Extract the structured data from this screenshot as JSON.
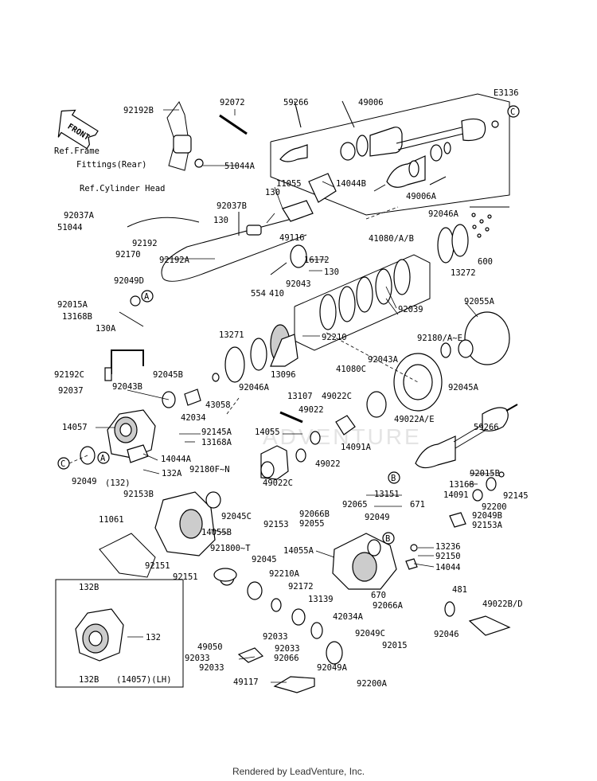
{
  "diagram_code": "E3136",
  "footer": "Rendered by LeadVenture, Inc.",
  "watermark": "ADVENTURE",
  "front_arrow": "FRONT",
  "refs": {
    "frame_line1": "Ref.Frame",
    "frame_line2": "Fittings(Rear)",
    "cylinder_head": "Ref.Cylinder Head"
  },
  "callouts": {
    "A": "A",
    "B": "B",
    "C": "C"
  },
  "labels": {
    "p92192B": "92192B",
    "p92072": "92072",
    "p59266a": "59266",
    "p49006": "49006",
    "p51044A": "51044A",
    "p11055": "11055",
    "p14044B": "14044B",
    "p130a": "130",
    "p130b": "130",
    "p92037B": "92037B",
    "p49116": "49116",
    "p49006A": "49006A",
    "p92037A": "92037A",
    "p51044": "51044",
    "p92192": "92192",
    "p92170": "92170",
    "p92192A": "92192A",
    "p16172": "16172",
    "p130c": "130",
    "p554": "554",
    "p410": "410",
    "p92043": "92043",
    "p92046A": "92046A",
    "p41080": "41080/A/B",
    "p13272": "13272",
    "p600": "600",
    "p92049D": "92049D",
    "p92015A": "92015A",
    "p13168B": "13168B",
    "p130A": "130A",
    "p92039": "92039",
    "p92055A": "92055A",
    "p13271": "13271",
    "p92210": "92210",
    "p92180": "92180/A~E",
    "p92192C": "92192C",
    "p92045B": "92045B",
    "p92046A2": "92046A",
    "p13096": "13096",
    "p41080C": "41080C",
    "p92043A": "92043A",
    "p92045A": "92045A",
    "p92037": "92037",
    "p92043B": "92043B",
    "p43058": "43058",
    "p13107": "13107",
    "p49022C": "49022C",
    "p49022": "49022",
    "p49022AE": "49022A/E",
    "p42034": "42034",
    "p14057": "14057",
    "p92145A": "92145A",
    "p13168A": "13168A",
    "p14055": "14055",
    "p14091A": "14091A",
    "p59266b": "59266",
    "p49022b": "49022",
    "p14044A": "14044A",
    "p132p": "(132)",
    "p132A": "132A",
    "p92049": "92049",
    "p92180F": "92180F~N",
    "p49022C2": "49022C",
    "p92015B": "92015B",
    "p13168": "13168",
    "p92145": "92145",
    "p92153B": "92153B",
    "p13151": "13151",
    "p14091": "14091",
    "p92200": "92200",
    "p92065": "92065",
    "p671": "671",
    "p92049B": "92049B",
    "p92066B": "92066B",
    "p92153A": "92153A",
    "p11061": "11061",
    "p92045C": "92045C",
    "p92153": "92153",
    "p92055": "92055",
    "p92049b": "92049",
    "p14055B": "14055B",
    "p13236": "13236",
    "p14055A": "14055A",
    "p92150": "92150",
    "p14044": "14044",
    "p92151a": "92151",
    "p921800T": "921800~T",
    "p92045": "92045",
    "p92151b": "92151",
    "p92210A": "92210A",
    "p132B1": "132B",
    "p92172": "92172",
    "p670": "670",
    "p481": "481",
    "p49022BD": "49022B/D",
    "p13139": "13139",
    "p92066A": "92066A",
    "p42034A": "42034A",
    "p132": "132",
    "p92033a": "92033",
    "p49050": "49050",
    "p92033b": "92033",
    "p92033c": "92033",
    "p92066": "92066",
    "p92033d": "92033",
    "p92049C": "92049C",
    "p92015": "92015",
    "p92046": "92046",
    "p92049A": "92049A",
    "p132B2": "132B",
    "p14057LH": "(14057)(LH)",
    "p49117": "49117",
    "p92200A": "92200A"
  }
}
